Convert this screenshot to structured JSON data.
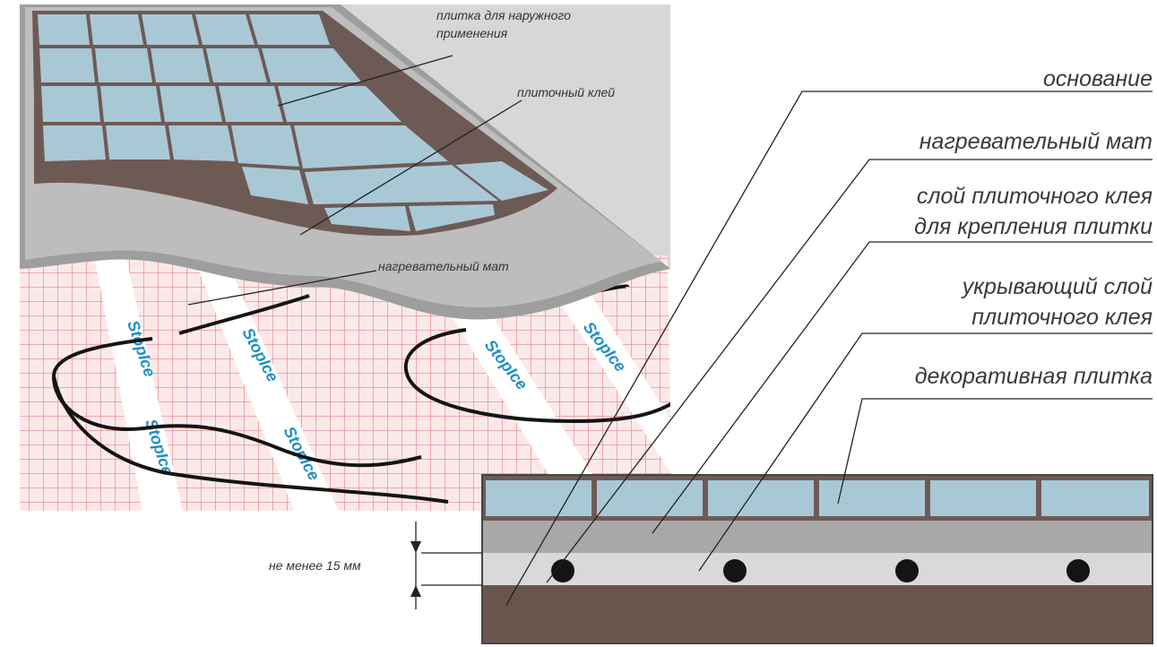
{
  "perspective": {
    "label_outdoor_tile": [
      "плитка для наружного",
      "применения"
    ],
    "label_tile_adhesive": "плиточный клей",
    "label_heating_mat": "нагревательный мат",
    "tape_brand": "StopIce"
  },
  "section": {
    "legend": [
      {
        "lines": [
          "основание"
        ]
      },
      {
        "lines": [
          "нагревательный мат"
        ]
      },
      {
        "lines": [
          "слой плиточного клея",
          "для крепления плитки"
        ]
      },
      {
        "lines": [
          "укрывающий слой",
          "плиточного клея"
        ]
      },
      {
        "lines": [
          "декоративная плитка"
        ]
      }
    ],
    "dimension_label": "не менее 15 мм"
  },
  "colors": {
    "tile": "#a9c8d6",
    "grout": "#6e5a55",
    "adhesive": "#a8a8a8",
    "cover_adhesive": "#d9d9d9",
    "base": "#6a554e",
    "mesh_line": "#e8828a",
    "cable": "#141414",
    "tape_brand": "#1f8fc4"
  }
}
